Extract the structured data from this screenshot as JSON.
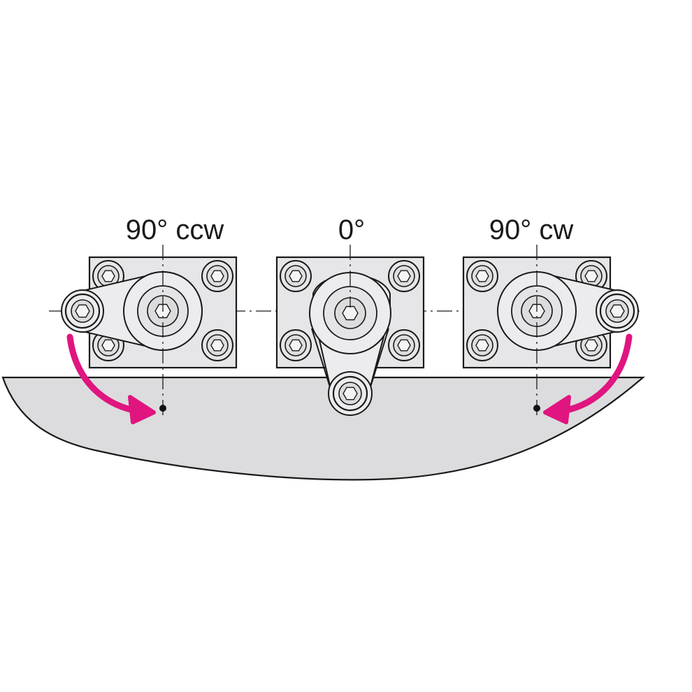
{
  "diagram": {
    "positions": [
      {
        "id": "ccw",
        "label": "90° ccw"
      },
      {
        "id": "zero",
        "label": "0°"
      },
      {
        "id": "cw",
        "label": "90° cw"
      }
    ],
    "colors": {
      "workpiece_fill": "#dcdcde",
      "plate_fill": "#e6e6e8",
      "arm_fill": "#ececee",
      "outline": "#1a1a1a",
      "arrow": "#e0157f",
      "background": "#ffffff"
    },
    "icons": [
      "curved-arrow-icon",
      "bolt-icon",
      "pivot-icon",
      "clamp-point-icon"
    ]
  }
}
